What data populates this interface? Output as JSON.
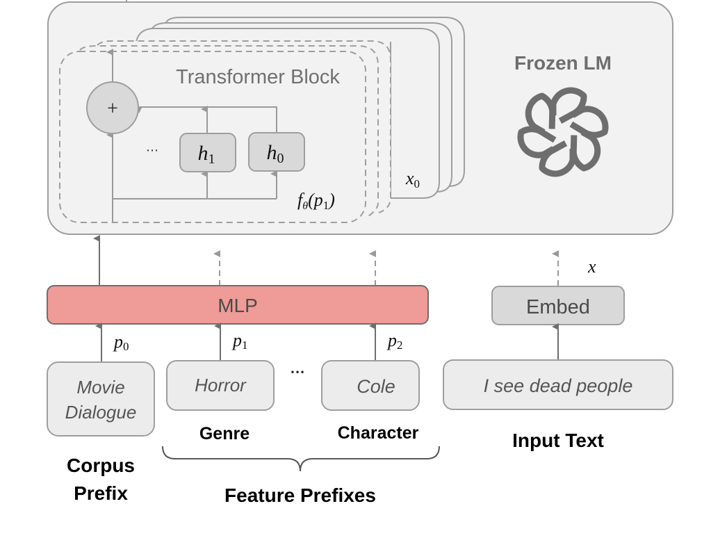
{
  "frozen_lm": {
    "title": "Frozen LM",
    "icon": "openai-logo-icon"
  },
  "transformer_block": {
    "title": "Transformer Block",
    "plus": "+",
    "ellipsis": "⋯",
    "heads": [
      {
        "base": "h",
        "sub": "1"
      },
      {
        "base": "h",
        "sub": "0"
      }
    ],
    "output_label": {
      "f": "f",
      "theta": "θ",
      "arg": "(p",
      "argsub": "1",
      "close": ")"
    },
    "stack_label": {
      "base": "x",
      "sub": "0"
    }
  },
  "mlp": {
    "label": "MLP",
    "color": "#ef9b97"
  },
  "embed": {
    "label": "Embed",
    "output_label": "x"
  },
  "prefix_labels": [
    {
      "base": "p",
      "sub": "0"
    },
    {
      "base": "p",
      "sub": "1"
    },
    {
      "base": "p",
      "sub": "2"
    }
  ],
  "inputs": {
    "corpus": {
      "line1": "Movie",
      "line2": "Dialogue"
    },
    "genre": "Horror",
    "feature_ellipsis": "•••",
    "character": "Cole",
    "text": "I see dead people"
  },
  "captions": {
    "genre": "Genre",
    "character": "Character",
    "corpus_line1": "Corpus",
    "corpus_line2": "Prefix",
    "feature_prefixes": "Feature Prefixes",
    "input_text": "Input Text"
  }
}
